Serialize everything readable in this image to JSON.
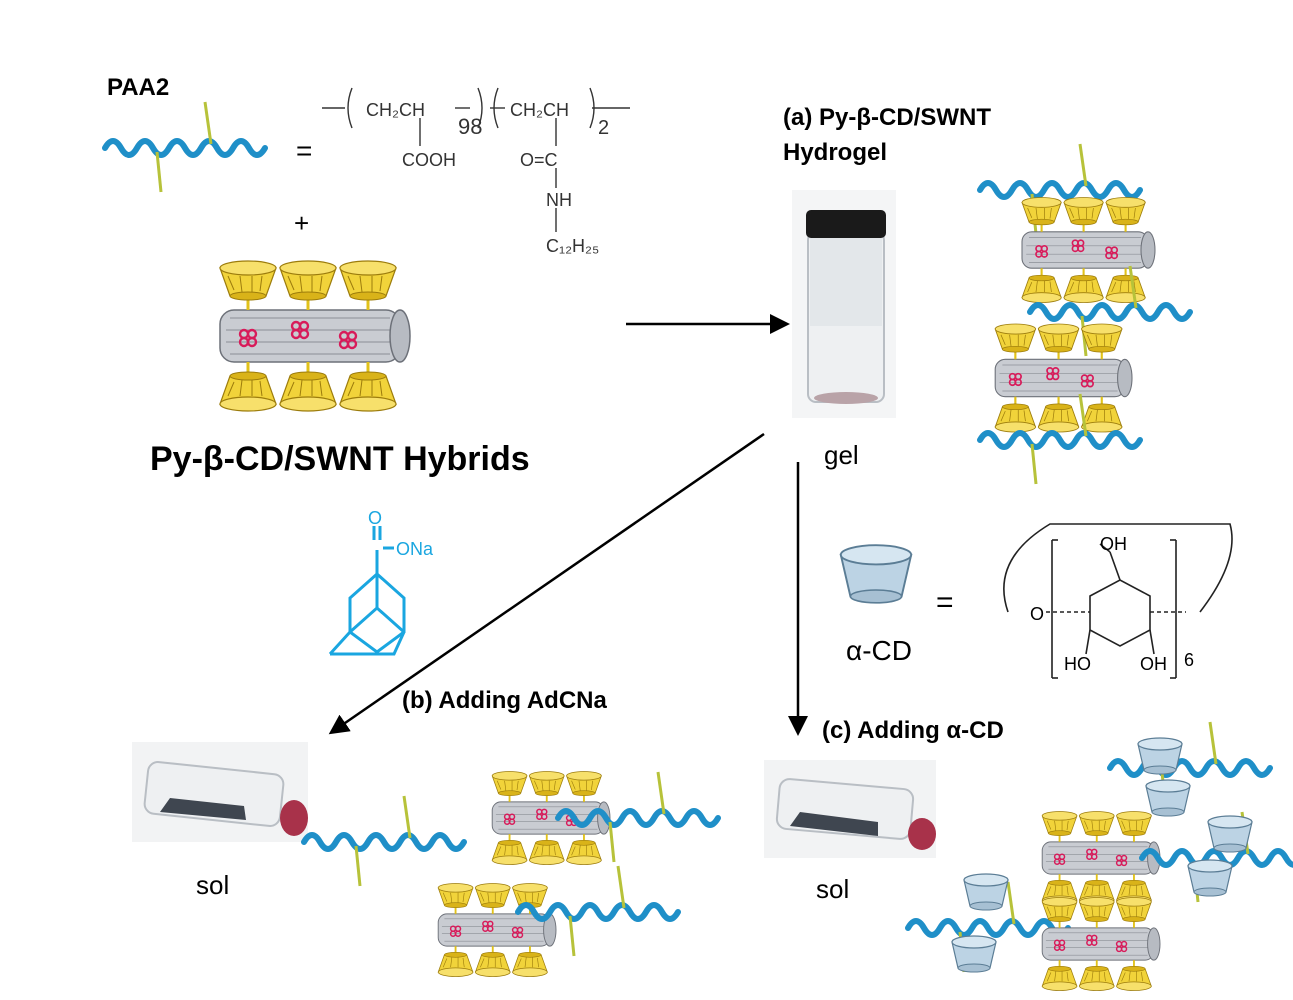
{
  "polymer": {
    "name": "PAA2",
    "equals": "=",
    "plus": "+",
    "formula": {
      "unit1": "CH₂CH",
      "unit1_sub": "COOH",
      "n1": "98",
      "unit2": "CH₂CH",
      "unit2_amide": "O=C",
      "unit2_nh": "NH",
      "unit2_alkyl": "C₁₂H₂₅",
      "n2": "2"
    }
  },
  "hybrid_label": "Py-β-CD/SWNT Hybrids",
  "step_a": {
    "title_line1": "(a)   Py-β-CD/SWNT",
    "title_line2": "Hydrogel",
    "vial_label": "gel"
  },
  "adcna": {
    "o": "O",
    "ona": "ONa",
    "color": "#1aa6e0"
  },
  "alpha_cd": {
    "label": "α-CD",
    "equals": "=",
    "oh_top": "OH",
    "o_ring": "O",
    "ho": "HO",
    "oh": "OH",
    "n": "6"
  },
  "step_b": {
    "title": "(b) Adding AdCNa",
    "vial_label": "sol"
  },
  "step_c": {
    "title": "(c) Adding α-CD",
    "vial_label": "sol"
  },
  "colors": {
    "polymer": "#1f8fc8",
    "cd": "#e8c21d",
    "pyrene": "#d81b5a",
    "tube": "#8a8e96",
    "alpha_cd": "#a9c6dc"
  }
}
